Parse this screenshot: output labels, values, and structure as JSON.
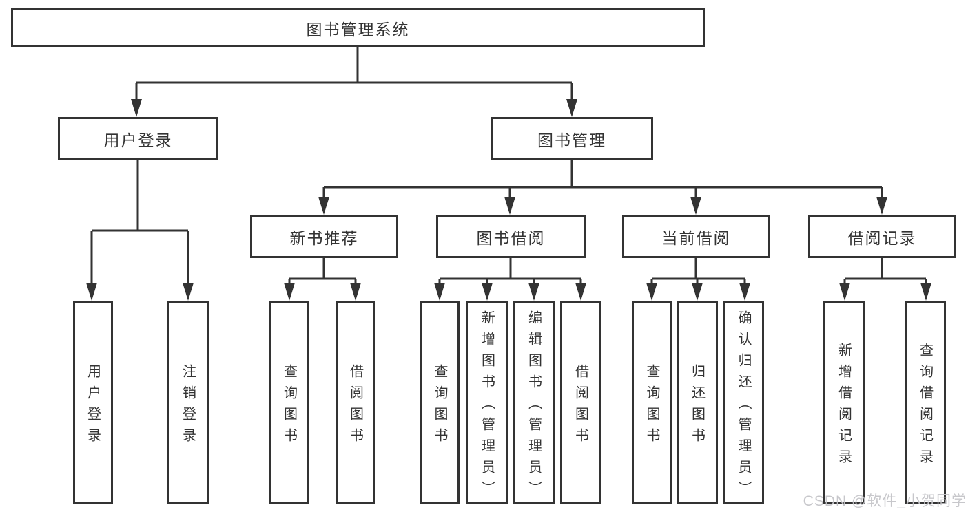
{
  "diagram": {
    "title": "图书管理系统",
    "line_color": "#333333",
    "user_login": {
      "label": "用户登录",
      "children": [
        "用户登录",
        "注销登录"
      ]
    },
    "book_management": {
      "label": "图书管理",
      "groups": [
        {
          "label": "新书推荐",
          "children": [
            "查询图书",
            "借阅图书"
          ]
        },
        {
          "label": "图书借阅",
          "children": [
            "查询图书",
            "新增图书（管理员）",
            "编辑图书（管理员）",
            "借阅图书"
          ]
        },
        {
          "label": "当前借阅",
          "children": [
            "查询图书",
            "归还图书",
            "确认归还（管理员）"
          ]
        },
        {
          "label": "借阅记录",
          "children": [
            "新增借阅记录",
            "查询借阅记录"
          ]
        }
      ]
    },
    "watermark": "CSDN @软件_小贺同学"
  }
}
